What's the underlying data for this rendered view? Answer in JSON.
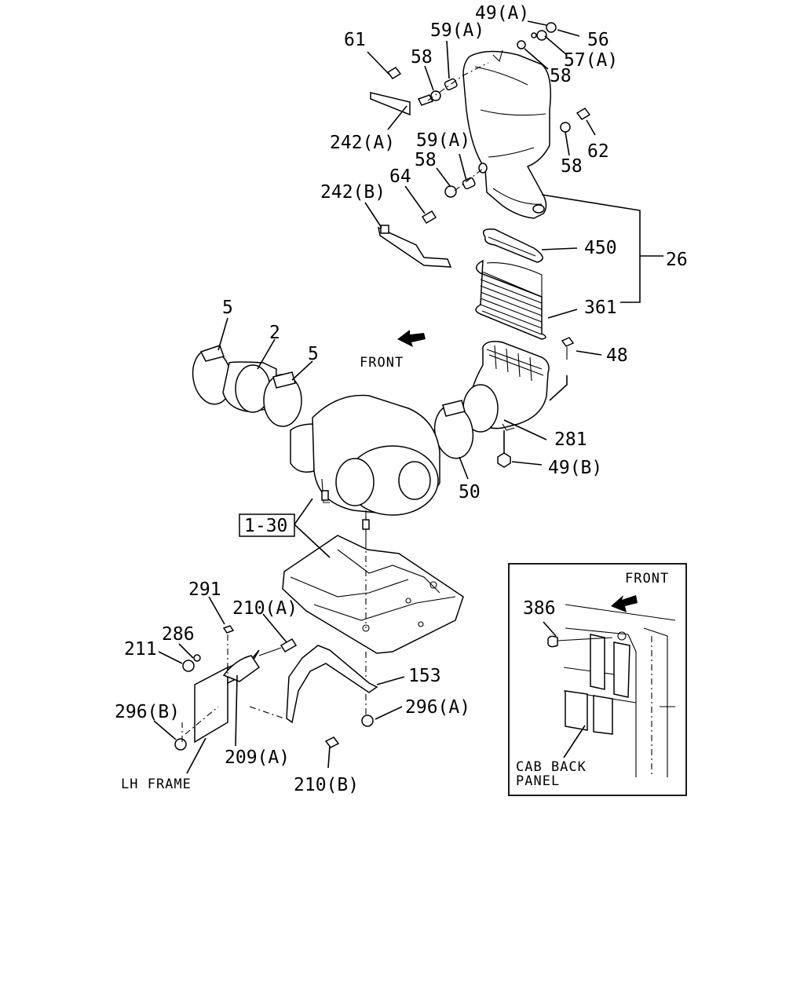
{
  "labels": {
    "p49a": "49(A)",
    "p56": "56",
    "p57a": "57(A)",
    "p58_top_right": "58",
    "p59a_top": "59(A)",
    "p61": "61",
    "p58_top_left": "58",
    "p242a": "242(A)",
    "p62": "62",
    "p58_mid_right": "58",
    "p59a_mid": "59(A)",
    "p58_mid_left": "58",
    "p64": "64",
    "p242b": "242(B)",
    "p450": "450",
    "p26": "26",
    "p361": "361",
    "p5_left": "5",
    "p2": "2",
    "p5_right": "5",
    "front_main": "FRONT",
    "p48": "48",
    "p281": "281",
    "p49b": "49(B)",
    "p50": "50",
    "ref_1_30": "1-30",
    "p291": "291",
    "p210a": "210(A)",
    "p286": "286",
    "p211": "211",
    "p153": "153",
    "p296b": "296(B)",
    "p296a": "296(A)",
    "p209a": "209(A)",
    "p210b": "210(B)",
    "lh_frame": "LH FRAME"
  },
  "inset": {
    "front": "FRONT",
    "p386": "386",
    "cab_back_panel_line1": "CAB BACK",
    "cab_back_panel_line2": "PANEL"
  }
}
